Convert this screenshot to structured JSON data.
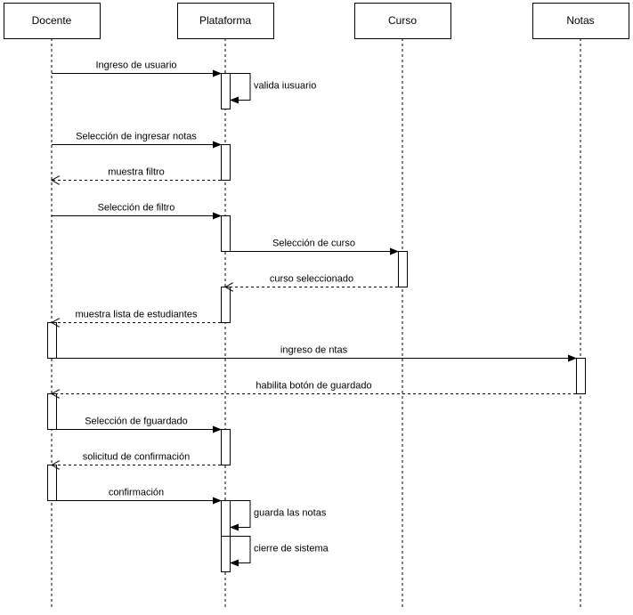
{
  "participants": [
    {
      "id": "docente",
      "name": "Docente"
    },
    {
      "id": "plataforma",
      "name": "Plataforma"
    },
    {
      "id": "curso",
      "name": "Curso"
    },
    {
      "id": "notas",
      "name": "Notas"
    }
  ],
  "messages": [
    {
      "from": "docente",
      "to": "plataforma",
      "label": "Ingreso de usuario",
      "kind": "sync"
    },
    {
      "from": "plataforma",
      "to": "plataforma",
      "label": "valida iusuario",
      "kind": "self"
    },
    {
      "from": "docente",
      "to": "plataforma",
      "label": "Selección de ingresar notas",
      "kind": "sync"
    },
    {
      "from": "plataforma",
      "to": "docente",
      "label": "muestra filtro",
      "kind": "return"
    },
    {
      "from": "docente",
      "to": "plataforma",
      "label": "Selección de  filtro",
      "kind": "sync"
    },
    {
      "from": "plataforma",
      "to": "curso",
      "label": "Selección de curso",
      "kind": "sync"
    },
    {
      "from": "curso",
      "to": "plataforma",
      "label": "curso seleccionado",
      "kind": "return"
    },
    {
      "from": "plataforma",
      "to": "docente",
      "label": "muestra lista de estudiantes",
      "kind": "return"
    },
    {
      "from": "docente",
      "to": "notas",
      "label": "ingreso de ntas",
      "kind": "sync"
    },
    {
      "from": "notas",
      "to": "docente",
      "label": "habilita botón de guardado",
      "kind": "return"
    },
    {
      "from": "docente",
      "to": "plataforma",
      "label": "Selección de  fguardado",
      "kind": "sync"
    },
    {
      "from": "plataforma",
      "to": "docente",
      "label": "solicitud de confirmación",
      "kind": "return"
    },
    {
      "from": "docente",
      "to": "plataforma",
      "label": "confirmación",
      "kind": "sync"
    },
    {
      "from": "plataforma",
      "to": "plataforma",
      "label": "guarda las notas",
      "kind": "self"
    },
    {
      "from": "plataforma",
      "to": "plataforma",
      "label": "cierre de sistema",
      "kind": "self"
    }
  ],
  "colors": {
    "line": "#000000",
    "box_fill": "#ffffff",
    "label_bg": "#ffffff"
  }
}
